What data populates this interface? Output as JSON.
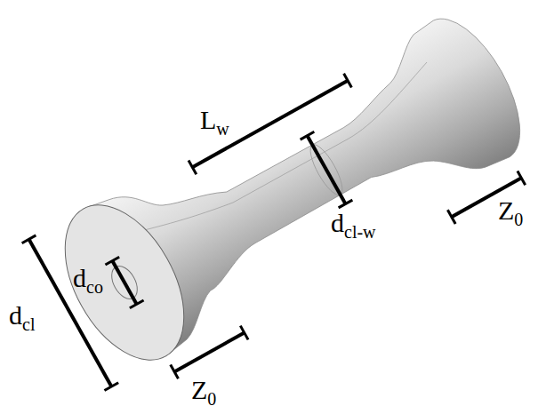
{
  "diagram": {
    "labels": [
      "Lw",
      "dcl-w",
      "Z0",
      "dco",
      "dcl",
      "Z0"
    ]
  }
}
